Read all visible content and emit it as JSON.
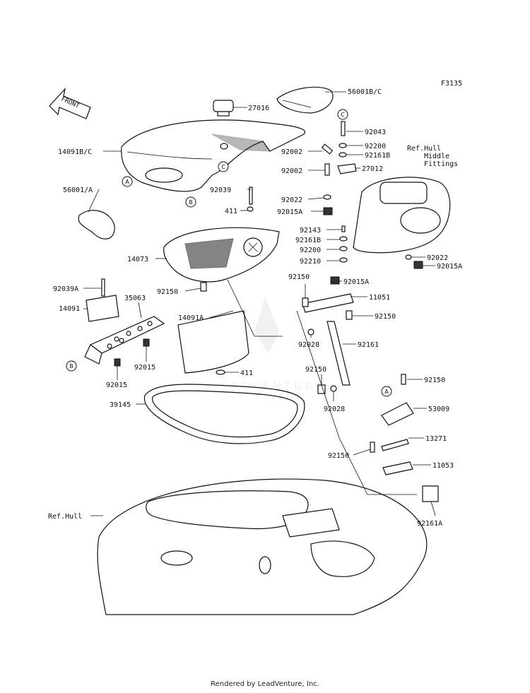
{
  "diagram_code": "F3135",
  "front_label": "FRONT",
  "footer_text": "Rendered by LeadVenture, Inc.",
  "watermark_text": "LEADVENTURE",
  "ref_circle_letters": [
    "A",
    "B",
    "C"
  ],
  "ref_hull_middle_lines": [
    "Ref.Hull",
    "Middle",
    "Fittings"
  ],
  "labels": {
    "p56001bc": "56001B/C",
    "p27016": "27016",
    "p14091bc": "14091B/C",
    "p56001a": "56001/A",
    "p92039": "92039",
    "p411a": "411",
    "p14073": "14073",
    "p92150a": "92150",
    "p92039a": "92039A",
    "p35063": "35063",
    "p14091": "14091",
    "p14091a": "14091A",
    "p411b": "411",
    "p92015a1": "92015",
    "p92015a2": "92015",
    "p39145": "39145",
    "p92043": "92043",
    "p92200a": "92200",
    "p92002a": "92002",
    "p92161b1": "92161B",
    "p92002b": "92002",
    "p27012": "27012",
    "p92022a": "92022",
    "p92015aa": "92015A",
    "p92143": "92143",
    "p92161b2": "92161B",
    "p92200b": "92200",
    "p92210": "92210",
    "p92022b": "92022",
    "p92015ab": "92015A",
    "p92150b": "92150",
    "p92015ac": "92015A",
    "p11051": "11051",
    "p92150c": "92150",
    "p92028a": "92028",
    "p92161": "92161",
    "p92150d": "92150",
    "p92028b": "92028",
    "p92150e": "92150",
    "p53009": "53009",
    "p13271": "13271",
    "p92150f": "92150",
    "p11053": "11053",
    "p92161a": "92161A",
    "refhull": "Ref.Hull"
  }
}
